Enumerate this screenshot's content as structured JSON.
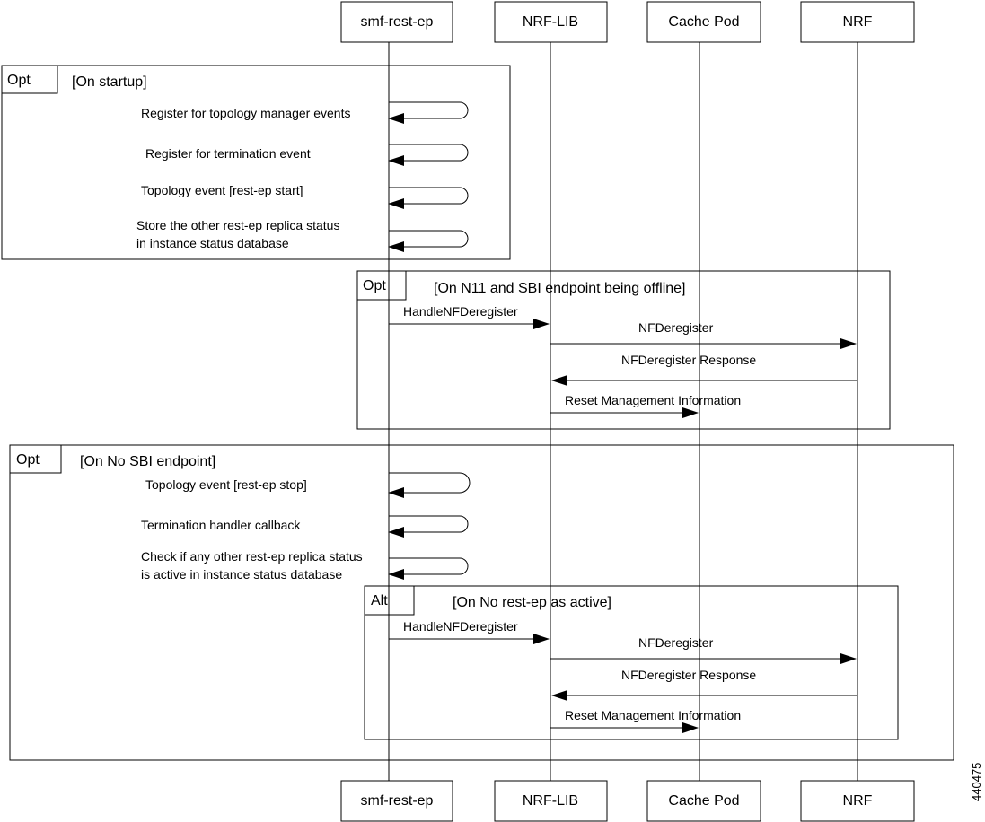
{
  "participants": [
    {
      "id": "rest",
      "label": "smf-rest-ep"
    },
    {
      "id": "lib",
      "label": "NRF-LIB"
    },
    {
      "id": "cache",
      "label": "Cache Pod"
    },
    {
      "id": "nrf",
      "label": "NRF"
    }
  ],
  "frames": [
    {
      "id": "opt-startup",
      "tag": "Opt",
      "guard": "[On startup]"
    },
    {
      "id": "opt-offline",
      "tag": "Opt",
      "guard": "[On N11 and SBI endpoint being offline]"
    },
    {
      "id": "opt-nosbi",
      "tag": "Opt",
      "guard": "[On No SBI endpoint]"
    },
    {
      "id": "alt-noactive",
      "tag": "Alt",
      "guard": "[On No rest-ep as active]"
    }
  ],
  "messages": [
    {
      "id": "m1",
      "from": "rest",
      "to": "rest",
      "lines": [
        "Register for topology manager events"
      ]
    },
    {
      "id": "m2",
      "from": "rest",
      "to": "rest",
      "lines": [
        "Register for termination event"
      ]
    },
    {
      "id": "m3",
      "from": "rest",
      "to": "rest",
      "lines": [
        "Topology event [rest-ep start]"
      ]
    },
    {
      "id": "m4",
      "from": "rest",
      "to": "rest",
      "lines": [
        "Store the other rest-ep replica status",
        "in instance status database"
      ]
    },
    {
      "id": "m5",
      "from": "rest",
      "to": "lib",
      "lines": [
        "HandleNFDeregister"
      ]
    },
    {
      "id": "m6",
      "from": "lib",
      "to": "nrf",
      "lines": [
        "NFDeregister"
      ]
    },
    {
      "id": "m7",
      "from": "nrf",
      "to": "lib",
      "lines": [
        "NFDeregister Response"
      ]
    },
    {
      "id": "m8",
      "from": "lib",
      "to": "cache",
      "lines": [
        "Reset Management Information"
      ]
    },
    {
      "id": "m9",
      "from": "rest",
      "to": "rest",
      "lines": [
        "Topology event [rest-ep stop]"
      ]
    },
    {
      "id": "m10",
      "from": "rest",
      "to": "rest",
      "lines": [
        "Termination handler callback"
      ]
    },
    {
      "id": "m11",
      "from": "rest",
      "to": "rest",
      "lines": [
        "Check if any other rest-ep replica status",
        "is active in instance status database"
      ]
    },
    {
      "id": "m12",
      "from": "rest",
      "to": "lib",
      "lines": [
        "HandleNFDeregister"
      ]
    },
    {
      "id": "m13",
      "from": "lib",
      "to": "nrf",
      "lines": [
        "NFDeregister"
      ]
    },
    {
      "id": "m14",
      "from": "nrf",
      "to": "lib",
      "lines": [
        "NFDeregister Response"
      ]
    },
    {
      "id": "m15",
      "from": "lib",
      "to": "cache",
      "lines": [
        "Reset Management Information"
      ]
    }
  ],
  "figure_id": "440475"
}
